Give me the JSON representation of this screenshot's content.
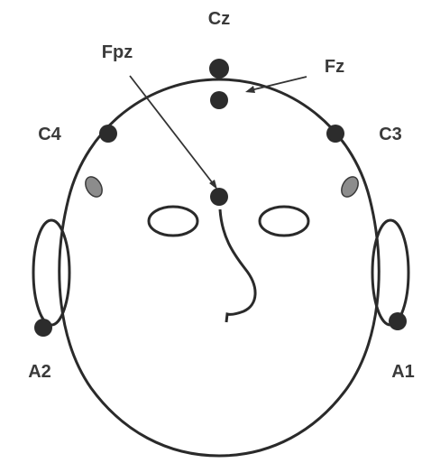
{
  "labels": {
    "cz": "Cz",
    "fpz": "Fpz",
    "fz": "Fz",
    "c4": "C4",
    "c3": "C3",
    "a2": "A2",
    "a1": "A1"
  },
  "colors": {
    "line": "#2a2a2a",
    "electrode": "#2c2c2c",
    "ground_pad": "#8c8c8c",
    "text": "#3a3a3a"
  }
}
